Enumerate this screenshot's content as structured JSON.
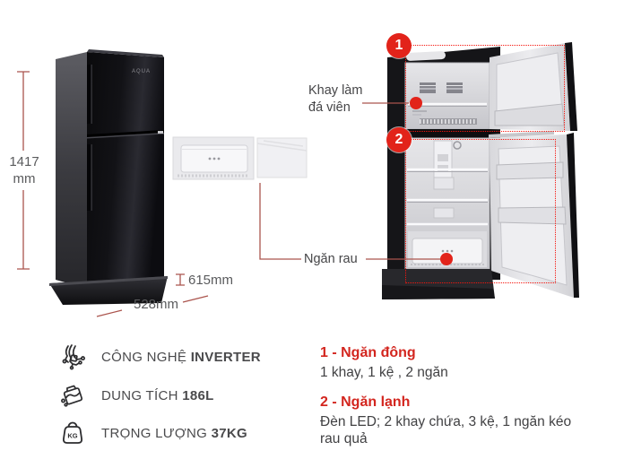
{
  "brand": "AQUA",
  "colors": {
    "accent_red": "#e2231a",
    "heading_red": "#d3261f",
    "dotted_red": "#f5150d",
    "dimension_line": "#ab544d",
    "text_gray": "#4a4a4c",
    "dim_text_gray": "#5a5b5d"
  },
  "dimensions": {
    "height_value": "1417",
    "height_unit": "mm",
    "depth": "615mm",
    "width": "528mm"
  },
  "callouts": {
    "ice_tray_line1": "Khay làm",
    "ice_tray_line2": "đá viên",
    "vegetable": "Ngăn rau"
  },
  "badges": {
    "freezer": "1",
    "refrigerator": "2"
  },
  "features": [
    {
      "icon": "inverter-icon",
      "label": "CÔNG NGHỆ",
      "value": "INVERTER"
    },
    {
      "icon": "capacity-icon",
      "label": "DUNG TÍCH",
      "value": "186L"
    },
    {
      "icon": "weight-icon",
      "label": "TRỌNG LƯỢNG",
      "value": "37KG"
    }
  ],
  "icons": {
    "weight_icon_text": "KG"
  },
  "compartments": [
    {
      "title": "1 - Ngăn đông",
      "description": "1 khay, 1 kệ , 2 ngăn"
    },
    {
      "title": "2 - Ngăn lạnh",
      "description": "Đèn LED; 2 khay chứa, 3 kệ, 1 ngăn kéo rau quả"
    }
  ]
}
